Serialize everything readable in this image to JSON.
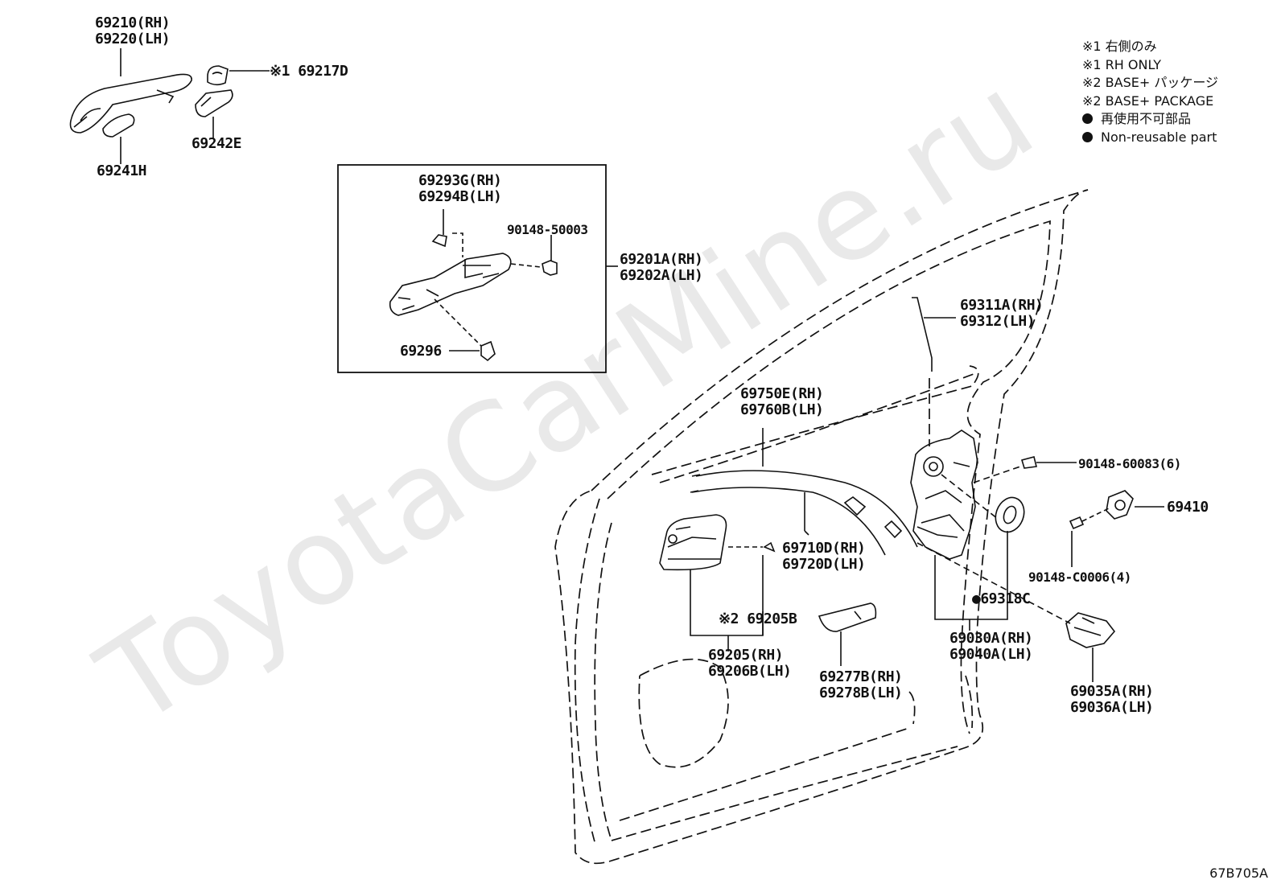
{
  "watermark": "ToyotaCarMine.ru",
  "legend": {
    "rh_only_jp": "※1 右側のみ",
    "rh_only_en": "※1 RH ONLY",
    "base_pkg_jp": "※2 BASE+ パッケージ",
    "base_pkg_en": "※2 BASE+ PACKAGE",
    "nonreusable_jp": "再使用不可部品",
    "nonreusable_en": "Non-reusable part"
  },
  "parts": {
    "p69210_rh": "69210(RH)",
    "p69220_lh": "69220(LH)",
    "p69217d": "※1 69217D",
    "p69242e": "69242E",
    "p69241h": "69241H",
    "p69293g_rh": "69293G(RH)",
    "p69294b_lh": "69294B(LH)",
    "p90148_50003": "90148-50003",
    "p69201a_rh": "69201A(RH)",
    "p69202a_lh": "69202A(LH)",
    "p69296": "69296",
    "p69311a_rh": "69311A(RH)",
    "p69312_lh": "69312(LH)",
    "p69750e_rh": "69750E(RH)",
    "p69760b_lh": "69760B(LH)",
    "p90148_60083": "90148-60083(6)",
    "p69410": "69410",
    "p69710d_rh": "69710D(RH)",
    "p69720d_lh": "69720D(LH)",
    "p90148_c0006": "90148-C0006(4)",
    "p69318c": "●69318C",
    "p69205b": "※2 69205B",
    "p69030a_rh": "69030A(RH)",
    "p69040a_lh": "69040A(LH)",
    "p69205_rh": "69205(RH)",
    "p69206b_lh": "69206B(LH)",
    "p69277b_rh": "69277B(RH)",
    "p69278b_lh": "69278B(LH)",
    "p69035a_rh": "69035A(RH)",
    "p69036a_lh": "69036A(LH)"
  },
  "diagram_code": "67B705A",
  "colors": {
    "line": "#111111",
    "watermark": "#e9e9e9"
  }
}
